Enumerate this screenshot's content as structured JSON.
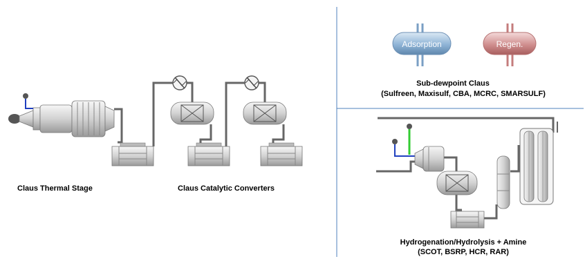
{
  "colors": {
    "pipe": "#666666",
    "divider": "#4f81bd",
    "adsorption": "#8fb4d6",
    "regen": "#d08f8f",
    "inlet_blue": "#1f3fbf",
    "inlet_green": "#33cc33"
  },
  "labels": {
    "thermal": "Claus Thermal Stage",
    "catalytic": "Claus Catalytic Converters",
    "subdew_title": "Sub-dewpoint Claus",
    "subdew_list": "(Sulfreen, Maxisulf, CBA, MCRC, SMARSULF)",
    "tail_title": "Hydrogenation/Hydrolysis + Amine",
    "tail_list": "(SCOT, BSRP,  HCR, RAR)"
  },
  "vessels": {
    "adsorption": "Adsorption",
    "regen": "Regen."
  },
  "icons": {
    "reheater": "heat-exchanger-icon",
    "converter": "reactor-icon",
    "condenser": "condenser-icon",
    "burner": "burner-icon",
    "furnace": "furnace-icon",
    "absorber": "column-icon"
  }
}
